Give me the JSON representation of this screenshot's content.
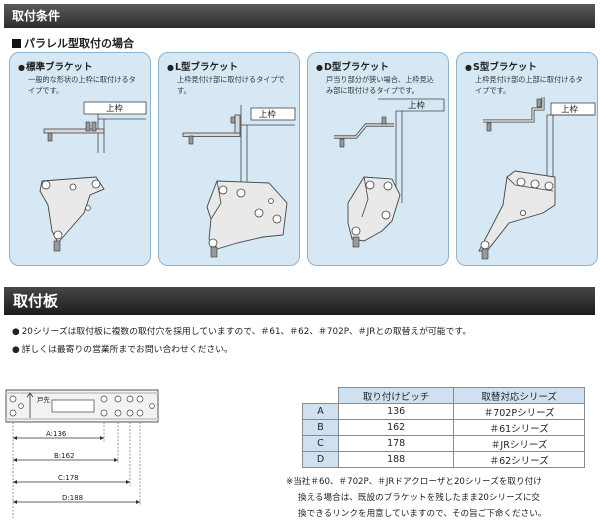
{
  "header1": "取付条件",
  "subhead": "パラレル型取付の場合",
  "brackets": [
    {
      "title": "標準ブラケット",
      "desc": [
        "一般的な形状の上枠に取付けるタ",
        "イプです。"
      ],
      "frame_label": "上枠"
    },
    {
      "title": "L型ブラケット",
      "desc": [
        "上枠見付け部に取付けるタイプです。"
      ],
      "frame_label": "上枠"
    },
    {
      "title": "D型ブラケット",
      "desc": [
        "戸当り部分が狭い場合、上枠見込",
        "み部に取付けるタイプです。"
      ],
      "frame_label": "上枠"
    },
    {
      "title": "S型ブラケット",
      "desc": [
        "上枠見付け部の上部に取付けるタ",
        "イプです。"
      ],
      "frame_label": "上枠"
    }
  ],
  "header2": "取付板",
  "bullets": [
    "20シリーズは取付板に複数の取付穴を採用していますので、＃61、＃62、＃702P、＃JRとの取替えが可能です。",
    "詳しくは最寄りの営業所までお問い合わせください。"
  ],
  "plate": {
    "arrow_label": "戸先",
    "dims": [
      "A:136",
      "B:162",
      "C:178",
      "D:188"
    ]
  },
  "table": {
    "headers": [
      "取り付けピッチ",
      "取替対応シリーズ"
    ],
    "rows": [
      {
        "key": "A",
        "pitch": "136",
        "series": "＃702Pシリーズ"
      },
      {
        "key": "B",
        "pitch": "162",
        "series": "＃61シリーズ"
      },
      {
        "key": "C",
        "pitch": "178",
        "series": "＃JRシリーズ"
      },
      {
        "key": "D",
        "pitch": "188",
        "series": "＃62シリーズ"
      }
    ]
  },
  "note": [
    "※当社＃60、＃702P、＃JRドアクローザと20シリーズを取り付け",
    "換える場合は、既設のブラケットを残したまま20シリーズに交",
    "換できるリンクを用意していますので、その旨ご下命ください。"
  ]
}
